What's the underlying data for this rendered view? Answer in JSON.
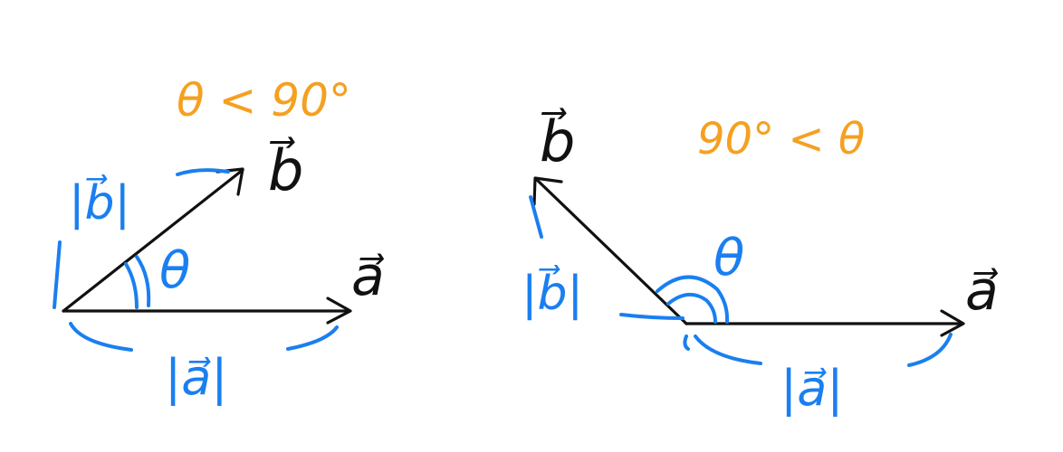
{
  "colors": {
    "vector_ink": "#111111",
    "measure_ink": "#1a7ff0",
    "condition_ink": "#f5a020",
    "background": "#ffffff"
  },
  "left_diagram": {
    "condition": "θ < 90°",
    "vector_a_label": "a⃗",
    "vector_b_label": "b⃗",
    "angle_label": "θ",
    "mag_a_label": "|a⃗|",
    "mag_b_label": "|b⃗|"
  },
  "right_diagram": {
    "condition": "90° < θ",
    "vector_a_label": "a⃗",
    "vector_b_label": "b⃗",
    "angle_label": "θ",
    "mag_a_label": "|a⃗|",
    "mag_b_label": "|b⃗|"
  }
}
